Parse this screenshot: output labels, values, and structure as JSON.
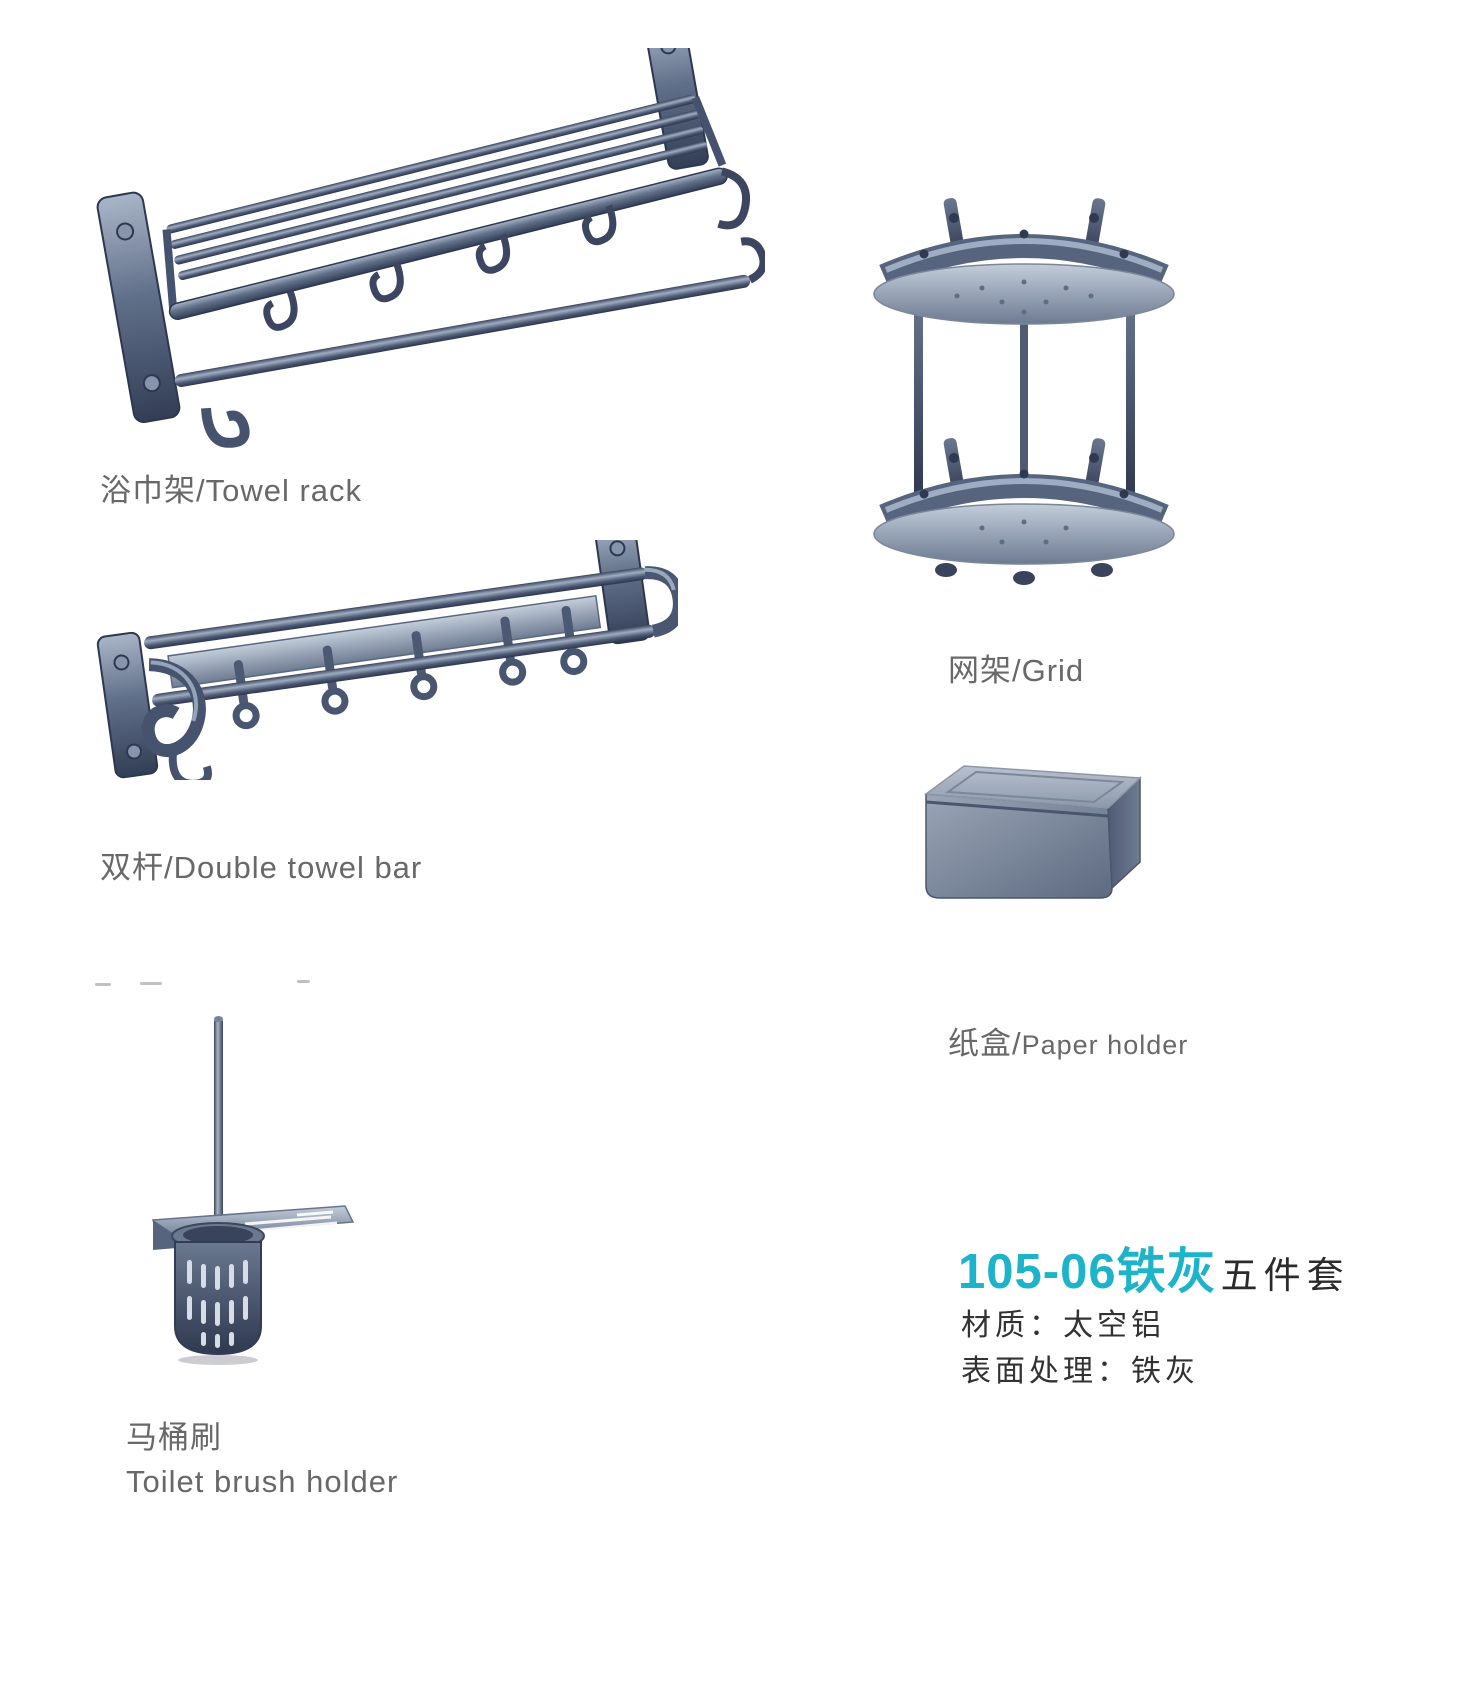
{
  "page": {
    "background": "#ffffff",
    "type": "product-catalog-sheet"
  },
  "colors": {
    "accent": "#1db3c8",
    "label_text": "#686868",
    "info_text": "#323232",
    "metal": "#55637a"
  },
  "products": [
    {
      "name": "towel-rack",
      "label": "浴巾架/Towel rack"
    },
    {
      "name": "double-towel-bar",
      "label": "双杆/Double towel bar"
    },
    {
      "name": "grid",
      "label": "网架/Grid"
    },
    {
      "name": "paper-holder",
      "label_zh": "纸盒/",
      "label_en": "Paper holder"
    },
    {
      "name": "toilet-brush-holder",
      "label_zh": "马桶刷",
      "label_en": "Toilet brush holder"
    }
  ],
  "product_info": {
    "model": "105-06铁灰",
    "set_suffix": "五件套",
    "material": "材质：太空铝",
    "surface": "表面处理：铁灰"
  }
}
